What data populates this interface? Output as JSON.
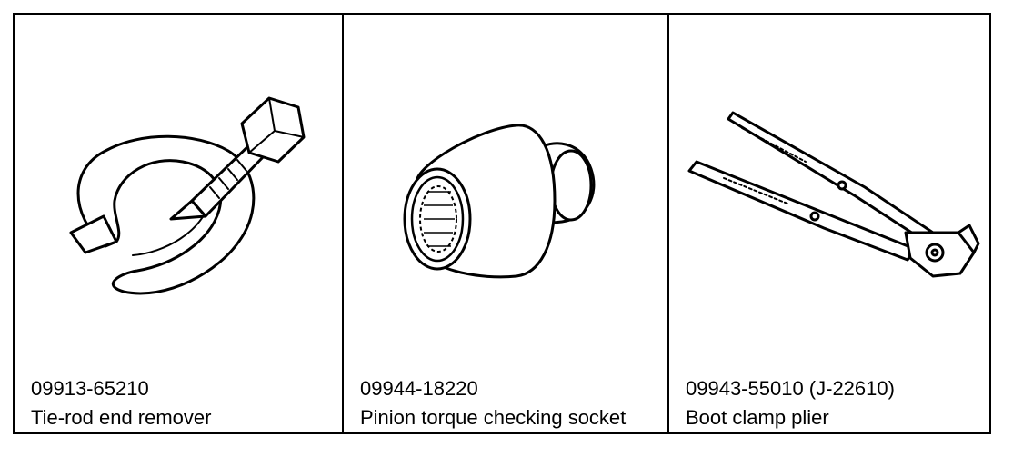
{
  "tools": [
    {
      "part_number": "09913-65210",
      "name": "Tie-rod end remover",
      "icon": "tie-rod-end-remover-icon"
    },
    {
      "part_number": "09944-18220",
      "name": "Pinion torque checking socket",
      "icon": "socket-icon"
    },
    {
      "part_number": "09943-55010 (J-22610)",
      "name": "Boot clamp plier",
      "icon": "plier-icon"
    }
  ]
}
